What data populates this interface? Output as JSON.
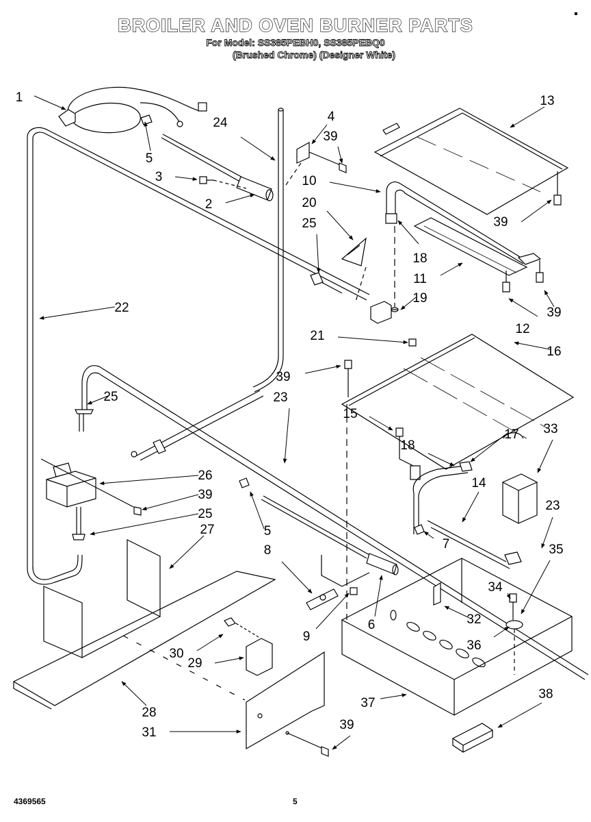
{
  "header": {
    "title": "BROILER AND OVEN BURNER PARTS",
    "models_line": "For Model: SS385PEBH0, SS385PEBQ0",
    "finish_line": "(Brushed Chrome) (Designer White)"
  },
  "footer": {
    "part_number": "4369565",
    "page_number": "5"
  },
  "callouts": [
    {
      "id": "c1",
      "label": "1"
    },
    {
      "id": "c5a",
      "label": "5"
    },
    {
      "id": "c24",
      "label": "24"
    },
    {
      "id": "c3",
      "label": "3"
    },
    {
      "id": "c2",
      "label": "2"
    },
    {
      "id": "c4",
      "label": "4"
    },
    {
      "id": "c39a",
      "label": "39"
    },
    {
      "id": "c10",
      "label": "10"
    },
    {
      "id": "c20",
      "label": "20"
    },
    {
      "id": "c25a",
      "label": "25"
    },
    {
      "id": "c13",
      "label": "13"
    },
    {
      "id": "c39b",
      "label": "39"
    },
    {
      "id": "c18a",
      "label": "18"
    },
    {
      "id": "c11",
      "label": "11"
    },
    {
      "id": "c19",
      "label": "19"
    },
    {
      "id": "c12",
      "label": "12"
    },
    {
      "id": "c39c",
      "label": "39"
    },
    {
      "id": "c22",
      "label": "22"
    },
    {
      "id": "c21",
      "label": "21"
    },
    {
      "id": "c16",
      "label": "16"
    },
    {
      "id": "c39d",
      "label": "39"
    },
    {
      "id": "c25b",
      "label": "25"
    },
    {
      "id": "c23a",
      "label": "23"
    },
    {
      "id": "c15",
      "label": "15"
    },
    {
      "id": "c17",
      "label": "17"
    },
    {
      "id": "c18b",
      "label": "18"
    },
    {
      "id": "c33",
      "label": "33"
    },
    {
      "id": "c26",
      "label": "26"
    },
    {
      "id": "c14",
      "label": "14"
    },
    {
      "id": "c39e",
      "label": "39"
    },
    {
      "id": "c25c",
      "label": "25"
    },
    {
      "id": "c5b",
      "label": "5"
    },
    {
      "id": "c7",
      "label": "7"
    },
    {
      "id": "c23b",
      "label": "23"
    },
    {
      "id": "c27",
      "label": "27"
    },
    {
      "id": "c8",
      "label": "8"
    },
    {
      "id": "c35",
      "label": "35"
    },
    {
      "id": "c34",
      "label": "34"
    },
    {
      "id": "c6",
      "label": "6"
    },
    {
      "id": "c9",
      "label": "9"
    },
    {
      "id": "c32",
      "label": "32"
    },
    {
      "id": "c36",
      "label": "36"
    },
    {
      "id": "c30",
      "label": "30"
    },
    {
      "id": "c29",
      "label": "29"
    },
    {
      "id": "c28",
      "label": "28"
    },
    {
      "id": "c37",
      "label": "37"
    },
    {
      "id": "c38",
      "label": "38"
    },
    {
      "id": "c31",
      "label": "31"
    },
    {
      "id": "c39f",
      "label": "39"
    }
  ]
}
